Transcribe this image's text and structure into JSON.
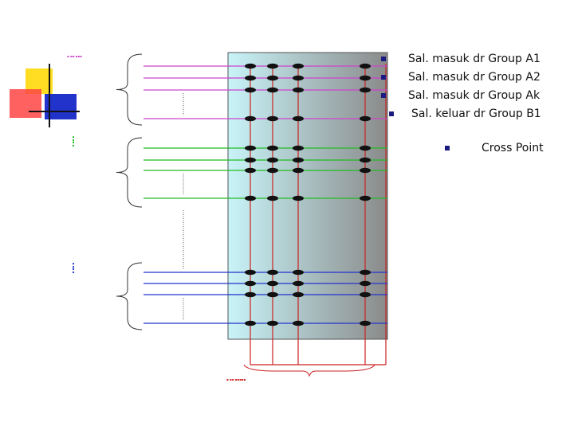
{
  "legend": {
    "items": [
      {
        "text": "Sal. masuk dr Group A1"
      },
      {
        "text": "Sal. masuk dr Group A2"
      },
      {
        "text": "Sal. masuk dr Group Ak"
      },
      {
        "text": "Sal. keluar dr Group B1"
      }
    ],
    "cross_point": "Cross Point"
  },
  "colors": {
    "group_a1": "#cc44cc",
    "group_a2": "#22bb22",
    "group_ak": "#2233cc",
    "output": "#cc2222",
    "switch_panel_light": "#c8f4f8",
    "switch_panel_dark": "#8a8a8a",
    "crosspoint": "#111111",
    "logo_yellow": "#ffdd22",
    "logo_red": "#ff3333",
    "logo_blue": "#2233cc"
  },
  "groups": [
    {
      "name": "group-a1",
      "color_key": "group_a1",
      "line_count": 4
    },
    {
      "name": "group-a2",
      "color_key": "group_a2",
      "line_count": 4
    },
    {
      "name": "group-ak",
      "color_key": "group_ak",
      "line_count": 4
    }
  ],
  "outputs": {
    "line_count": 5
  }
}
